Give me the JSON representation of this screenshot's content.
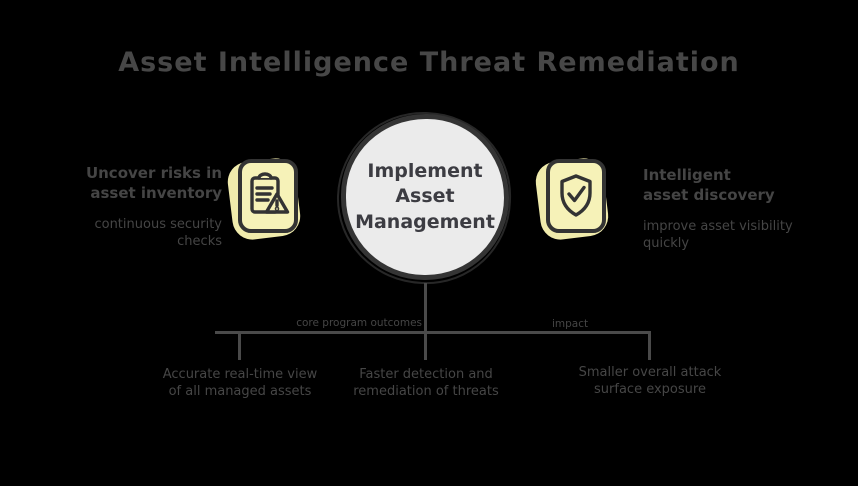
{
  "colors": {
    "background": "#000000",
    "text": "#474747",
    "node_fill": "#ebebeb",
    "node_text": "#3c3c42",
    "icon_fill": "#f6f2b8",
    "stroke": "#343434",
    "line": "#4a4a4a"
  },
  "title": "Asset Intelligence Threat Remediation",
  "center_node": {
    "lines": [
      "Implement",
      "Asset",
      "Management"
    ]
  },
  "annotations": {
    "left": {
      "icon": "clipboard-alert-icon",
      "heading_lines": [
        "Uncover risks in",
        "asset inventory"
      ],
      "description_lines": [
        "continuous security",
        "checks"
      ]
    },
    "right": {
      "icon": "shield-check-icon",
      "heading_lines": [
        "Intelligent",
        "asset discovery"
      ],
      "description_lines": [
        "improve asset visibility",
        "quickly"
      ]
    }
  },
  "connector": {
    "left_label": "core program outcomes",
    "right_label": "impact"
  },
  "outcomes": [
    {
      "lines": [
        "Accurate real-time view",
        "of all managed assets"
      ]
    },
    {
      "lines": [
        "Faster detection and",
        "remediation of threats"
      ]
    },
    {
      "lines": [
        "Smaller overall attack",
        "surface exposure"
      ]
    }
  ]
}
